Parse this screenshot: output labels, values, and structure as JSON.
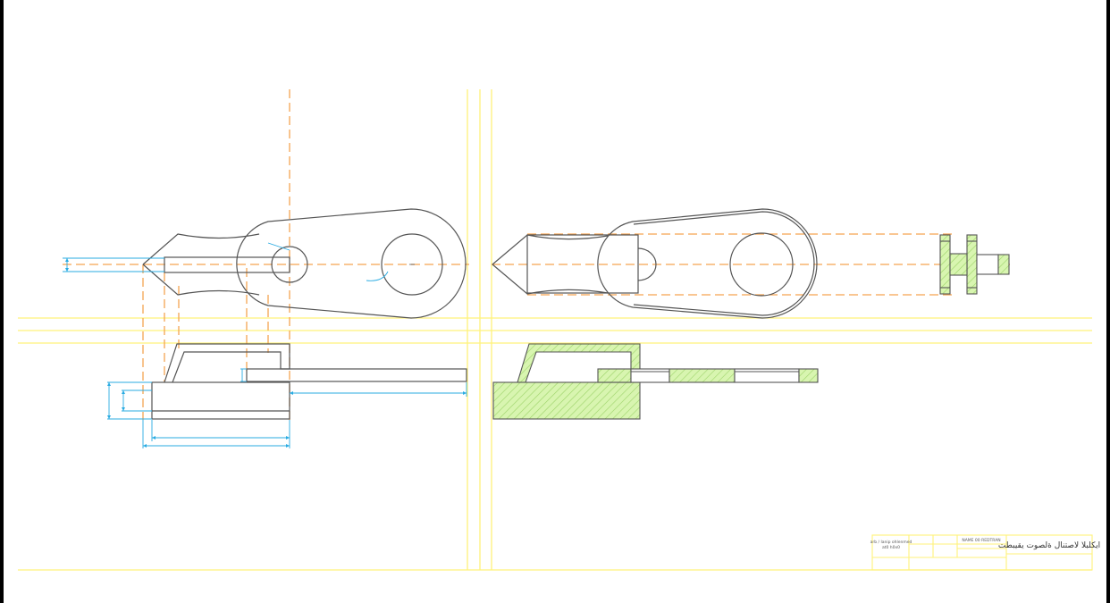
{
  "colors": {
    "background": "#000000",
    "sheet": "#ffffff",
    "outline": "#555555",
    "frame": "#fff27a",
    "centerline": "#f5a452",
    "dimension": "#29abe2",
    "section_fill": "#d8f5b0",
    "section_hatch": "#9ed46a"
  },
  "title_block": {
    "title": "ايكلبلا لاصتنال ةلصوت يقيبطت",
    "name_label": "NAME 00 REDTRAN",
    "note_line_1": "arb / lanip ohlenmed",
    "note_line_2": "at0 h0x0"
  }
}
